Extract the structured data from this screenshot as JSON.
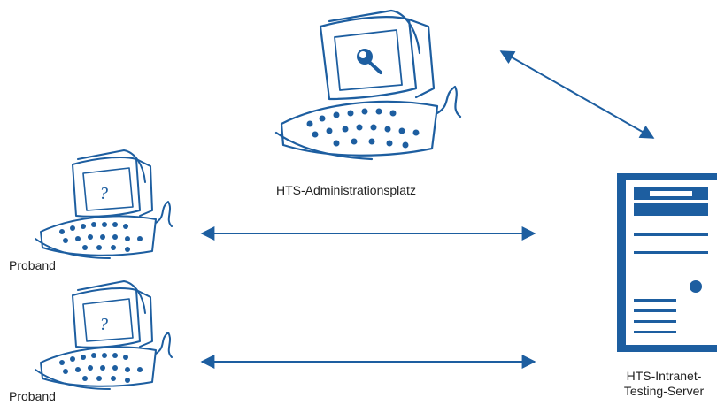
{
  "labels": {
    "admin": "HTS-Administrationsplatz",
    "proband_1": "Proband",
    "proband_2": "Proband",
    "server_line1": "HTS-Intranet-",
    "server_line2": "Testing-Server"
  },
  "icons": {
    "admin_screen": "magnifier-icon",
    "proband_screen": "question-mark-icon"
  },
  "colors": {
    "line": "#1d5ea0",
    "server_fill": "#1d5ea0",
    "text": "#222222"
  }
}
